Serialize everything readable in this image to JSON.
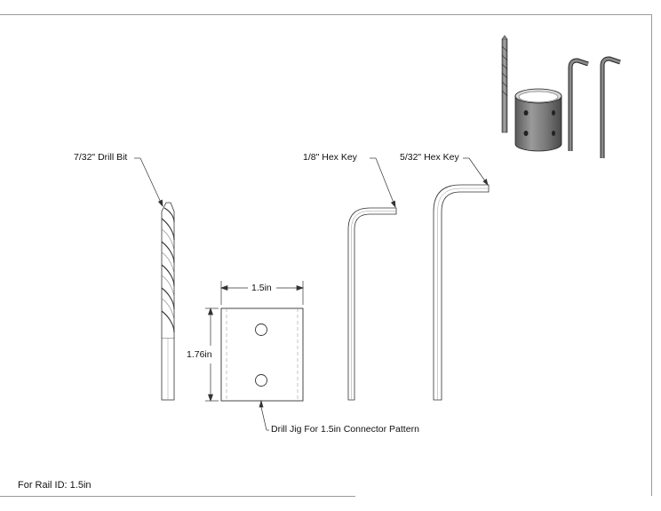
{
  "callouts": {
    "drill_bit": "7/32\" Drill Bit",
    "hex_key_small": "1/8\" Hex Key",
    "hex_key_large": "5/32\" Hex Key",
    "jig": "Drill Jig For 1.5in Connector Pattern"
  },
  "dimensions": {
    "width": "1.5in",
    "height": "1.76in"
  },
  "footer": {
    "rail_id": "For Rail ID: 1.5in"
  }
}
